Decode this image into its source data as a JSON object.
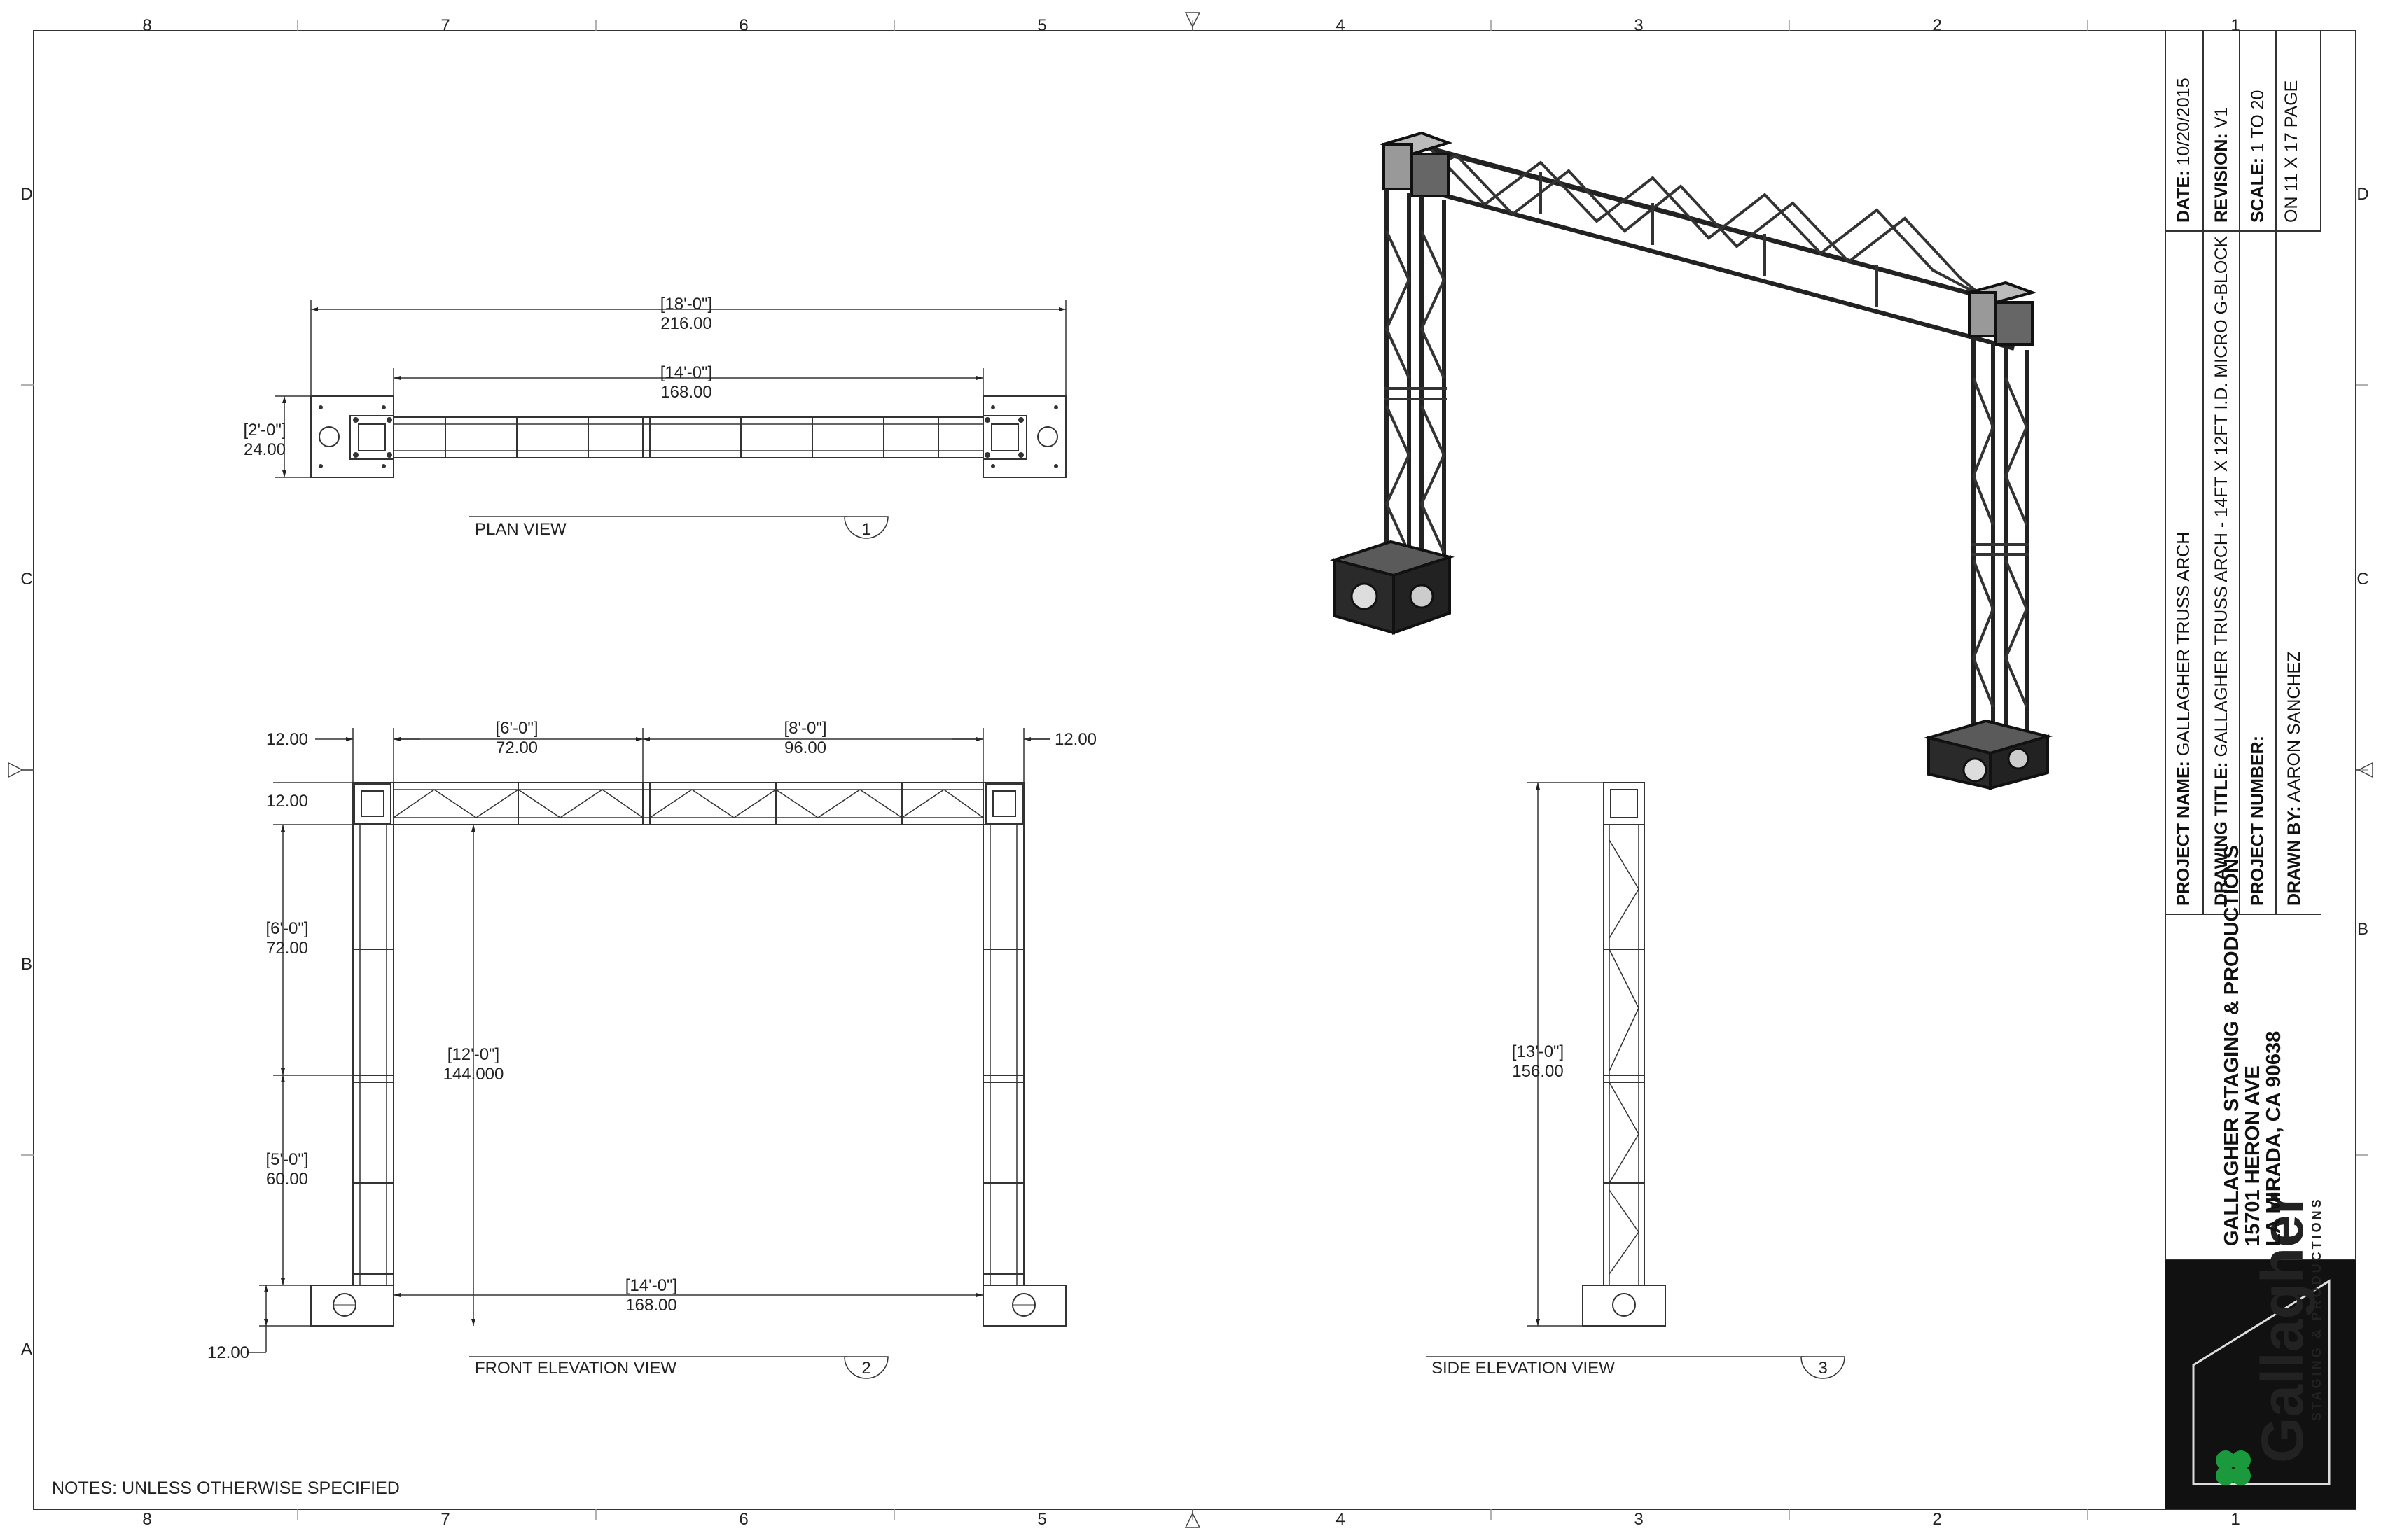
{
  "border": {
    "columns": [
      "8",
      "7",
      "6",
      "5",
      "4",
      "3",
      "2",
      "1"
    ],
    "rows": [
      "D",
      "C",
      "B",
      "A"
    ]
  },
  "views": {
    "plan": {
      "label": "PLAN VIEW",
      "number": "1"
    },
    "front": {
      "label": "FRONT ELEVATION VIEW",
      "number": "2"
    },
    "side": {
      "label": "SIDE ELEVATION VIEW",
      "number": "3"
    }
  },
  "dimensions": {
    "plan_overall": {
      "ft": "[18'-0\"]",
      "in": "216.00"
    },
    "plan_inner": {
      "ft": "[14'-0\"]",
      "in": "168.00"
    },
    "plan_depth": {
      "ft": "[2'-0\"]",
      "in": "24.00"
    },
    "front_left_top": "12.00",
    "front_right_top": "12.00",
    "front_top_height": "12.00",
    "front_span_a": {
      "ft": "[6'-0\"]",
      "in": "72.00"
    },
    "front_span_b": {
      "ft": "[8'-0\"]",
      "in": "96.00"
    },
    "front_upper_leg": {
      "ft": "[6'-0\"]",
      "in": "72.00"
    },
    "front_clear_height": {
      "ft": "[12'-0\"]",
      "in": "144.000"
    },
    "front_lower_leg": {
      "ft": "[5'-0\"]",
      "in": "60.00"
    },
    "front_bottom_span": {
      "ft": "[14'-0\"]",
      "in": "168.00"
    },
    "front_base": "12.00",
    "side_height": {
      "ft": "[13'-0\"]",
      "in": "156.00"
    }
  },
  "notes": "NOTES: UNLESS OTHERWISE SPECIFIED",
  "title_block": {
    "date_label": "DATE:",
    "date_value": "10/20/2015",
    "revision_label": "REVISION:",
    "revision_value": "V1",
    "scale_label": "SCALE:",
    "scale_value": "1 TO 20",
    "page_size": "ON 11 X 17 PAGE",
    "project_name_label": "PROJECT NAME:",
    "project_name_value": "GALLAGHER TRUSS ARCH",
    "drawing_title_label": "DRAWING TITLE:",
    "drawing_title_value": "GALLAGHER TRUSS ARCH - 14FT X 12FT I.D. MICRO G-BLOCK",
    "project_number_label": "PROJECT NUMBER:",
    "project_number_value": "",
    "drawn_by_label": "DRAWN BY:",
    "drawn_by_value": "AARON SANCHEZ",
    "company_line1": "GALLAGHER STAGING & PRODUCTIONS",
    "company_line2": "15701 HERON AVE",
    "company_line3": "LA MIRADA, CA 90638",
    "logo_text": "Gallagher",
    "logo_subtext": "STAGING & PRODUCTIONS",
    "logo_color": "#1a9a3c"
  }
}
